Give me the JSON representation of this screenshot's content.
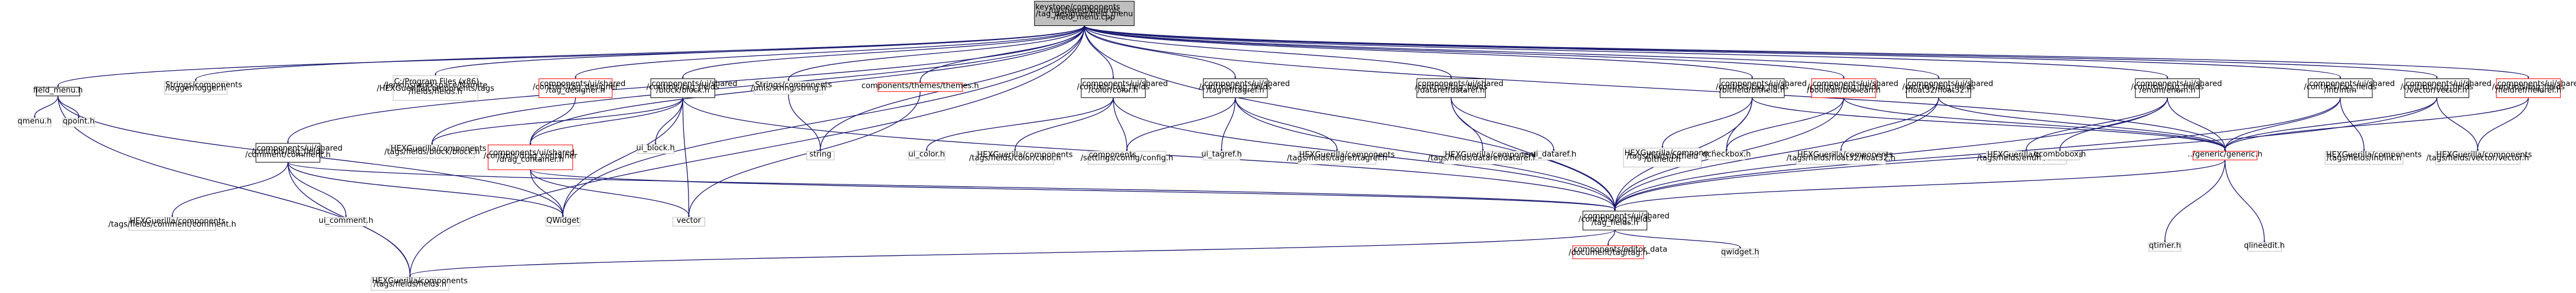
{
  "colors": {
    "edge": "#191970",
    "root_fill": "#bfbfbf",
    "normal_border": "#000000",
    "external_border": "#bfbfbf",
    "red_border": "#ff0000",
    "box_fill": "#ffffff"
  },
  "nodes": [
    {
      "id": "root",
      "kind": "root",
      "lines": [
        "keystone/components",
        "/ui/shared/controls",
        "/tag_designer/field_menu",
        "/field_menu.cpp"
      ]
    },
    {
      "id": "field_menu_h",
      "kind": "normal",
      "lines": [
        "field_menu.h"
      ]
    },
    {
      "id": "logger",
      "kind": "external",
      "lines": [
        "Strings/components",
        "/logger/logger.h"
      ]
    },
    {
      "id": "cprogram_fields",
      "kind": "external",
      "lines": [
        "C:/Program Files (x86)",
        "/Jenkins/workspace/Namite",
        "/HEXGuerilla/components/tags",
        "/fields/fields.h"
      ]
    },
    {
      "id": "tag_designer_h",
      "kind": "red",
      "lines": [
        "components/ui/shared",
        "/controls/tag_designer",
        "/tag_designer.h"
      ]
    },
    {
      "id": "block_h",
      "kind": "normal",
      "lines": [
        "components/ui/shared",
        "/controls/tag_fields",
        "/block/block.h"
      ]
    },
    {
      "id": "string_h",
      "kind": "external",
      "lines": [
        "Strings/components",
        "/utils/string/string.h"
      ]
    },
    {
      "id": "themes_h",
      "kind": "red",
      "lines": [
        "components/themes/themes.h"
      ]
    },
    {
      "id": "color_h",
      "kind": "normal",
      "lines": [
        "components/ui/shared",
        "/controls/tag_fields",
        "/color/color.h"
      ]
    },
    {
      "id": "tagref_h",
      "kind": "normal",
      "lines": [
        "components/ui/shared",
        "/controls/tag_fields",
        "/tagref/tagref.h"
      ]
    },
    {
      "id": "dataref_h",
      "kind": "normal",
      "lines": [
        "components/ui/shared",
        "/controls/tag_fields",
        "/dataref/dataref.h"
      ]
    },
    {
      "id": "bitfield_h",
      "kind": "normal",
      "lines": [
        "components/ui/shared",
        "/controls/tag_fields",
        "/bitfield/bitfield.h"
      ]
    },
    {
      "id": "boolean_h",
      "kind": "red",
      "lines": [
        "components/ui/shared",
        "/controls/tag_fields",
        "/boolean/boolean.h"
      ]
    },
    {
      "id": "float32_h",
      "kind": "normal",
      "lines": [
        "components/ui/shared",
        "/controls/tag_fields",
        "/float32/float32.h"
      ]
    },
    {
      "id": "enum_h",
      "kind": "normal",
      "lines": [
        "components/ui/shared",
        "/controls/tag_fields",
        "/enum/enum.h"
      ]
    },
    {
      "id": "int_h",
      "kind": "normal",
      "lines": [
        "components/ui/shared",
        "/controls/tag_fields",
        "/int/int.h"
      ]
    },
    {
      "id": "vector_ctrl_h",
      "kind": "normal",
      "lines": [
        "components/ui/shared",
        "/controls/tag_fields",
        "/vector/vector.h"
      ]
    },
    {
      "id": "fieldref_h",
      "kind": "red",
      "lines": [
        "components/ui/shared",
        "/controls/tag_fields",
        "/fieldref/fieldref.h"
      ]
    },
    {
      "id": "qmenu",
      "kind": "external",
      "lines": [
        "qmenu.h"
      ]
    },
    {
      "id": "qpoint",
      "kind": "external",
      "lines": [
        "qpoint.h"
      ]
    },
    {
      "id": "comment_h",
      "kind": "normal",
      "lines": [
        "components/ui/shared",
        "/controls/tag_fields",
        "/comment/comment.h"
      ]
    },
    {
      "id": "hex_block",
      "kind": "external",
      "lines": [
        "HEXGuerilla/components",
        "/tags/fields/block/block.h"
      ]
    },
    {
      "id": "drag_container_h",
      "kind": "red",
      "lines": [
        "components/ui/shared",
        "/controls/drag_container",
        "/drag_container.h"
      ]
    },
    {
      "id": "ui_block",
      "kind": "external",
      "lines": [
        "ui_block.h"
      ]
    },
    {
      "id": "string_std",
      "kind": "external",
      "lines": [
        "string"
      ]
    },
    {
      "id": "ui_color",
      "kind": "external",
      "lines": [
        "ui_color.h"
      ]
    },
    {
      "id": "hex_color",
      "kind": "external",
      "lines": [
        "HEXGuerilla/components",
        "/tags/fields/color/color.h"
      ]
    },
    {
      "id": "config_h",
      "kind": "external",
      "lines": [
        "components",
        "/settings/config/config.h"
      ]
    },
    {
      "id": "ui_tagref",
      "kind": "external",
      "lines": [
        "ui_tagref.h"
      ]
    },
    {
      "id": "hex_tagref",
      "kind": "external",
      "lines": [
        "HEXGuerilla/components",
        "/tags/fields/tagref/tagref.h"
      ]
    },
    {
      "id": "hex_dataref",
      "kind": "external",
      "lines": [
        "HEXGuerilla/components",
        "/tags/fields/dataref/dataref.h"
      ]
    },
    {
      "id": "ui_dataref",
      "kind": "external",
      "lines": [
        "ui_dataref.h"
      ]
    },
    {
      "id": "hex_bitfield",
      "kind": "external",
      "lines": [
        "HEXGuerilla/components",
        "/tags/fields/bitfield",
        "/bitfield.h"
      ]
    },
    {
      "id": "qcheckbox",
      "kind": "external",
      "lines": [
        "qcheckbox.h"
      ]
    },
    {
      "id": "hex_float32",
      "kind": "external",
      "lines": [
        "HEXGuerilla/components",
        "/tags/fields/float32/float32.h"
      ]
    },
    {
      "id": "hex_enum",
      "kind": "external",
      "lines": [
        "HEXGuerilla/components",
        "/tags/fields/enum/enum.h"
      ]
    },
    {
      "id": "qcombobox",
      "kind": "external",
      "lines": [
        "qcombobox.h"
      ]
    },
    {
      "id": "generic_h",
      "kind": "red",
      "lines": [
        "../generic/generic.h"
      ]
    },
    {
      "id": "hex_int",
      "kind": "external",
      "lines": [
        "HEXGuerilla/components",
        "/tags/fields/int/int.h"
      ]
    },
    {
      "id": "hex_vector",
      "kind": "external",
      "lines": [
        "HEXGuerilla/components",
        "/tags/fields/vector/vector.h"
      ]
    },
    {
      "id": "hex_comment",
      "kind": "external",
      "lines": [
        "HEXGuerilla/components",
        "/tags/fields/comment/comment.h"
      ]
    },
    {
      "id": "ui_comment",
      "kind": "external",
      "lines": [
        "ui_comment.h"
      ]
    },
    {
      "id": "qwidget",
      "kind": "external",
      "lines": [
        "QWidget"
      ]
    },
    {
      "id": "vector_std",
      "kind": "external",
      "lines": [
        "vector"
      ]
    },
    {
      "id": "tag_fields_h",
      "kind": "normal",
      "lines": [
        "components/ui/shared",
        "/controls/tag_fields",
        "/tag_fields.h"
      ]
    },
    {
      "id": "qtimer",
      "kind": "external",
      "lines": [
        "qtimer.h"
      ]
    },
    {
      "id": "qlineedit",
      "kind": "external",
      "lines": [
        "qlineedit.h"
      ]
    },
    {
      "id": "hex_fields",
      "kind": "external",
      "lines": [
        "HEXGuerilla/components",
        "/tags/fields/fields.h"
      ]
    },
    {
      "id": "editor_tag",
      "kind": "red",
      "lines": [
        "components/editor_data",
        "/document/tag/tag.h"
      ]
    },
    {
      "id": "qwidget_h",
      "kind": "external",
      "lines": [
        "qwidget.h"
      ]
    }
  ],
  "edges": [
    [
      "root",
      "field_menu_h"
    ],
    [
      "root",
      "logger"
    ],
    [
      "root",
      "cprogram_fields"
    ],
    [
      "root",
      "tag_designer_h"
    ],
    [
      "root",
      "block_h"
    ],
    [
      "root",
      "string_h"
    ],
    [
      "root",
      "themes_h"
    ],
    [
      "root",
      "color_h"
    ],
    [
      "root",
      "tagref_h"
    ],
    [
      "root",
      "dataref_h"
    ],
    [
      "root",
      "bitfield_h"
    ],
    [
      "root",
      "boolean_h"
    ],
    [
      "root",
      "float32_h"
    ],
    [
      "root",
      "enum_h"
    ],
    [
      "root",
      "int_h"
    ],
    [
      "root",
      "vector_ctrl_h"
    ],
    [
      "root",
      "fieldref_h"
    ],
    [
      "root",
      "comment_h"
    ],
    [
      "root",
      "hex_block"
    ],
    [
      "root",
      "drag_container_h"
    ],
    [
      "root",
      "hex_fields"
    ],
    [
      "root",
      "qwidget"
    ],
    [
      "root",
      "tag_fields_h"
    ],
    [
      "root",
      "generic_h"
    ],
    [
      "root",
      "string_std"
    ],
    [
      "field_menu_h",
      "qmenu"
    ],
    [
      "field_menu_h",
      "qpoint"
    ],
    [
      "field_menu_h",
      "hex_fields"
    ],
    [
      "field_menu_h",
      "qwidget"
    ],
    [
      "tag_designer_h",
      "drag_container_h"
    ],
    [
      "block_h",
      "hex_block"
    ],
    [
      "block_h",
      "drag_container_h"
    ],
    [
      "block_h",
      "ui_block"
    ],
    [
      "block_h",
      "qwidget"
    ],
    [
      "block_h",
      "vector_std"
    ],
    [
      "block_h",
      "tag_fields_h"
    ],
    [
      "themes_h",
      "vector_std"
    ],
    [
      "color_h",
      "ui_color"
    ],
    [
      "color_h",
      "hex_color"
    ],
    [
      "color_h",
      "config_h"
    ],
    [
      "color_h",
      "tag_fields_h"
    ],
    [
      "tagref_h",
      "ui_tagref"
    ],
    [
      "tagref_h",
      "hex_tagref"
    ],
    [
      "tagref_h",
      "config_h"
    ],
    [
      "tagref_h",
      "tag_fields_h"
    ],
    [
      "dataref_h",
      "hex_dataref"
    ],
    [
      "dataref_h",
      "ui_dataref"
    ],
    [
      "dataref_h",
      "tag_fields_h"
    ],
    [
      "bitfield_h",
      "hex_bitfield"
    ],
    [
      "bitfield_h",
      "qcheckbox"
    ],
    [
      "bitfield_h",
      "generic_h"
    ],
    [
      "bitfield_h",
      "tag_fields_h"
    ],
    [
      "boolean_h",
      "qcheckbox"
    ],
    [
      "boolean_h",
      "generic_h"
    ],
    [
      "boolean_h",
      "tag_fields_h"
    ],
    [
      "float32_h",
      "hex_float32"
    ],
    [
      "float32_h",
      "generic_h"
    ],
    [
      "float32_h",
      "tag_fields_h"
    ],
    [
      "enum_h",
      "hex_enum"
    ],
    [
      "enum_h",
      "qcombobox"
    ],
    [
      "enum_h",
      "generic_h"
    ],
    [
      "enum_h",
      "tag_fields_h"
    ],
    [
      "int_h",
      "hex_int"
    ],
    [
      "int_h",
      "generic_h"
    ],
    [
      "int_h",
      "tag_fields_h"
    ],
    [
      "vector_ctrl_h",
      "hex_vector"
    ],
    [
      "vector_ctrl_h",
      "generic_h"
    ],
    [
      "vector_ctrl_h",
      "tag_fields_h"
    ],
    [
      "fieldref_h",
      "hex_vector"
    ],
    [
      "fieldref_h",
      "generic_h"
    ],
    [
      "comment_h",
      "hex_comment"
    ],
    [
      "comment_h",
      "ui_comment"
    ],
    [
      "comment_h",
      "qwidget"
    ],
    [
      "comment_h",
      "hex_fields"
    ],
    [
      "comment_h",
      "tag_fields_h"
    ],
    [
      "drag_container_h",
      "qwidget"
    ],
    [
      "drag_container_h",
      "vector_std"
    ],
    [
      "drag_container_h",
      "tag_fields_h"
    ],
    [
      "generic_h",
      "qtimer"
    ],
    [
      "generic_h",
      "qlineedit"
    ],
    [
      "generic_h",
      "tag_fields_h"
    ],
    [
      "tag_fields_h",
      "hex_fields"
    ],
    [
      "tag_fields_h",
      "editor_tag"
    ],
    [
      "tag_fields_h",
      "qwidget_h"
    ],
    [
      "string_h",
      "string_std"
    ]
  ]
}
